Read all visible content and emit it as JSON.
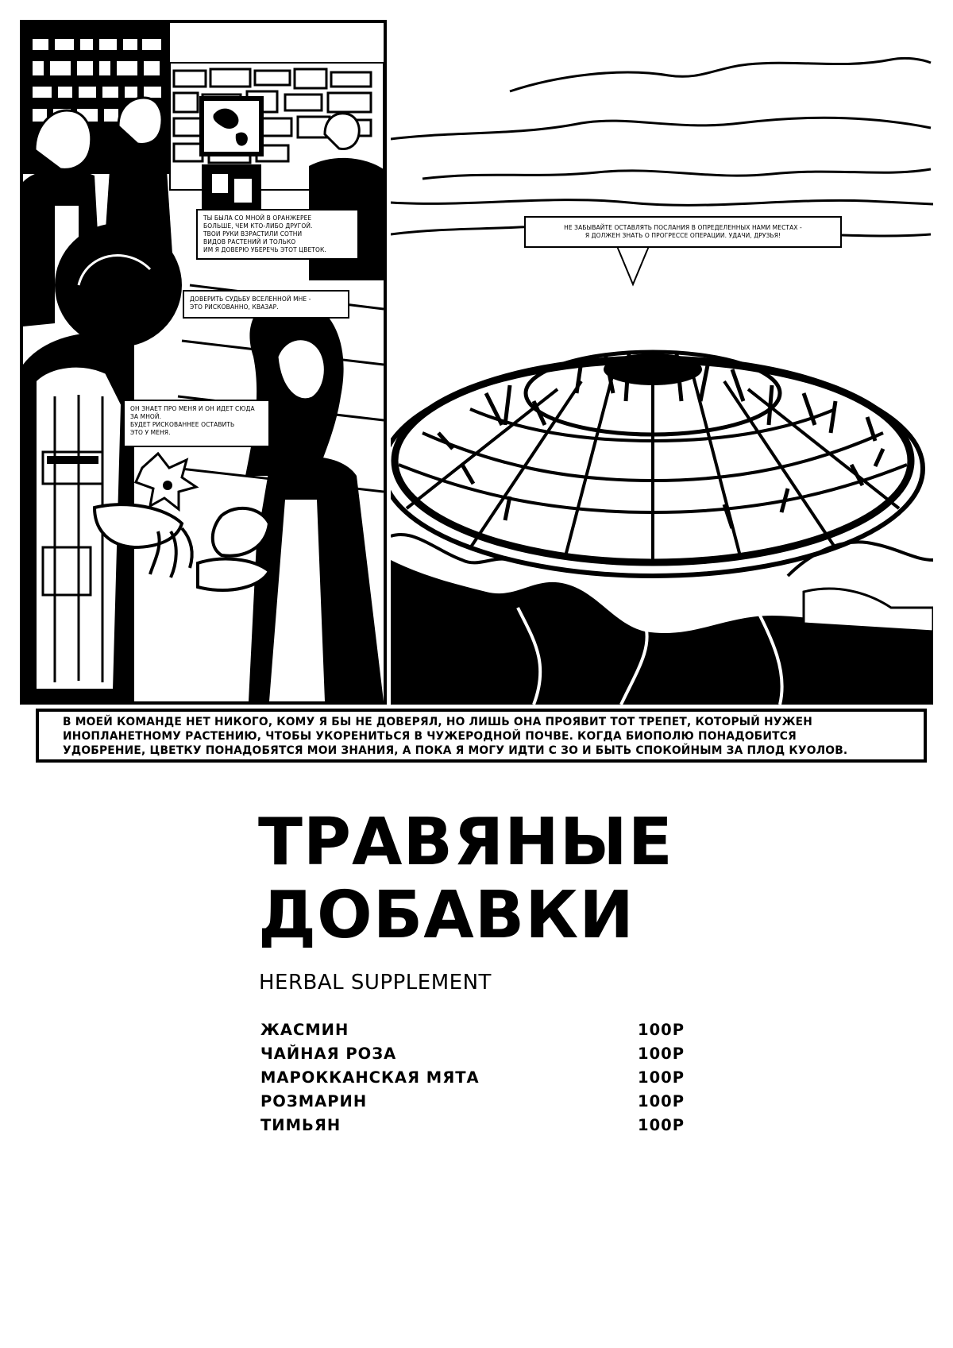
{
  "comic": {
    "speech_bubbles": [
      "ТЫ БЫЛА СО МНОЙ В ОРАНЖЕРЕЕ\nБОЛЬШЕ, ЧЕМ КТО-ЛИБО ДРУГОЙ.\nТВОИ РУКИ ВЗРАСТИЛИ СОТНИ\nВИДОВ РАСТЕНИЙ И ТОЛЬКО\nИМ Я ДОВЕРЮ УБЕРЕЧЬ ЭТОТ ЦВЕТОК.",
      "ДОВЕРИТЬ СУДЬБУ ВСЕЛЕННОЙ МНЕ -\nЭТО РИСКОВАННО, КВАЗАР.",
      "ОН ЗНАЕТ ПРО МЕНЯ И ОН ИДЕТ СЮДА\nЗА МНОЙ.\nБУДЕТ РИСКОВАННЕЕ ОСТАВИТЬ\nЭТО У МЕНЯ.",
      "НЕ ЗАБЫВАЙТЕ ОСТАВЛЯТЬ ПОСЛАНИЯ В ОПРЕДЕЛЕННЫХ НАМИ МЕСТАХ -\nЯ ДОЛЖЕН ЗНАТЬ О ПРОГРЕССЕ ОПЕРАЦИИ. УДАЧИ, ДРУЗЬЯ!"
    ],
    "caption": "В МОЕЙ КОМАНДЕ НЕТ НИКОГО, КОМУ Я БЫ НЕ ДОВЕРЯЛ, НО ЛИШЬ ОНА ПРОЯВИТ ТОТ ТРЕПЕТ, КОТОРЫЙ НУЖЕН\nИНОПЛАНЕТНОМУ РАСТЕНИЮ, ЧТОБЫ УКОРЕНИТЬСЯ В ЧУЖЕРОДНОЙ ПОЧВЕ. КОГДА БИОПОЛЮ ПОНАДОБИТСЯ\nУДОБРЕНИЕ, ЦВЕТКУ ПОНАДОБЯТСЯ МОИ ЗНАНИЯ, А ПОКА Я МОГУ ИДТИ С ЗО И БЫТЬ СПОКОЙНЫМ ЗА ПЛОД КУОЛОВ."
  },
  "menu": {
    "title": "ТРАВЯНЫЕ\nДОБАВКИ",
    "subtitle": "HERBAL SUPPLEMENT",
    "items": [
      {
        "name": "ЖАСМИН",
        "price": "100Р"
      },
      {
        "name": "ЧАЙНАЯ РОЗА",
        "price": "100Р"
      },
      {
        "name": "МАРОККАНСКАЯ МЯТА",
        "price": "100Р"
      },
      {
        "name": "РОЗМАРИН",
        "price": "100Р"
      },
      {
        "name": "ТИМЬЯН",
        "price": "100Р"
      }
    ]
  }
}
